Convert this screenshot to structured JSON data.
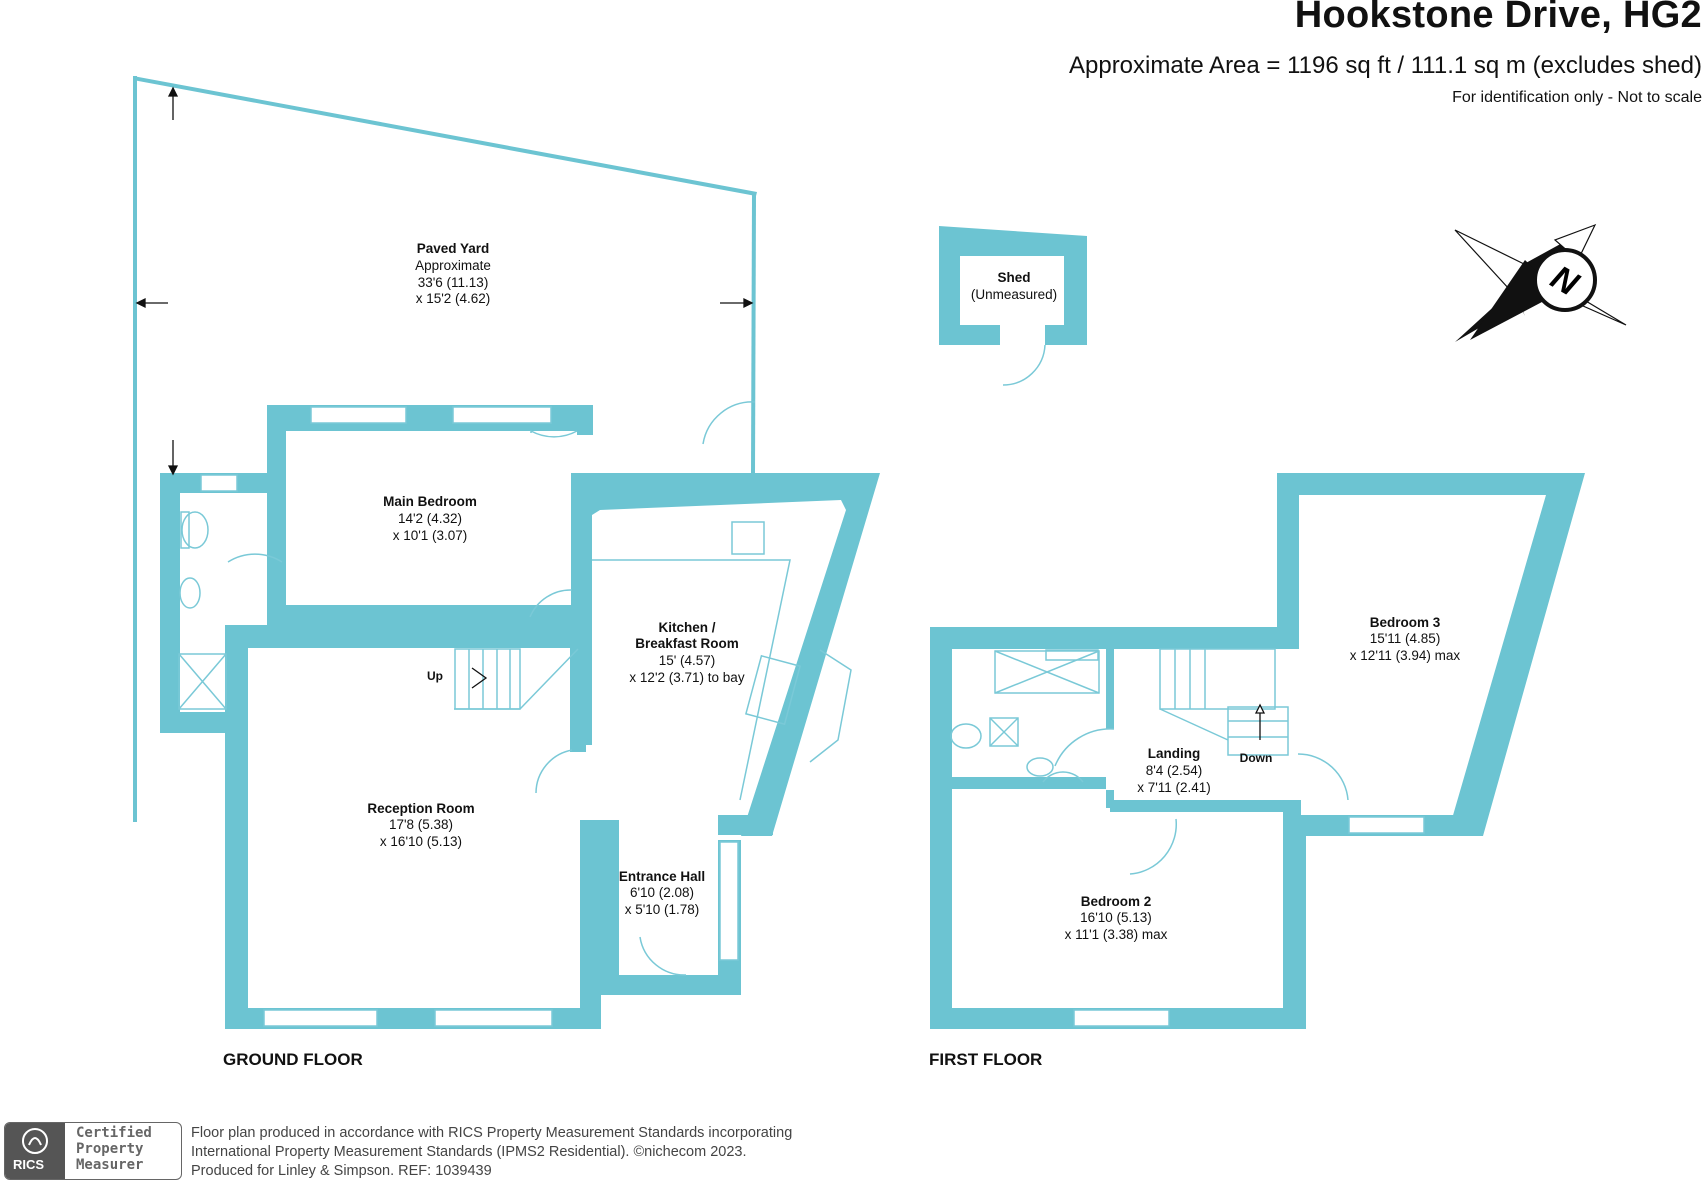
{
  "header": {
    "title": "Hookstone Drive, HG2",
    "area": "Approximate Area = 1196 sq ft / 111.1 sq m (excludes shed)",
    "identification": "For identification only - Not to scale"
  },
  "colors": {
    "wall": "#6cc4d2",
    "line": "#7ac9d7",
    "text": "#111111"
  },
  "ground_floor": {
    "label": "GROUND FLOOR",
    "rooms": [
      {
        "name": "Paved Yard",
        "lines": [
          "Approximate",
          "33'6 (11.13)",
          "x 15'2 (4.62)"
        ]
      },
      {
        "name": "Main Bedroom",
        "lines": [
          "14'2 (4.32)",
          "x 10'1 (3.07)"
        ]
      },
      {
        "name": "Kitchen /",
        "name2": "Breakfast Room",
        "lines": [
          "15' (4.57)",
          "x 12'2 (3.71) to bay"
        ]
      },
      {
        "name": "Reception Room",
        "lines": [
          "17'8 (5.38)",
          "x 16'10 (5.13)"
        ]
      },
      {
        "name": "Entrance Hall",
        "lines": [
          "6'10 (2.08)",
          "x 5'10 (1.78)"
        ]
      }
    ],
    "stairs_label": "Up"
  },
  "shed": {
    "name": "Shed",
    "note": "(Unmeasured)"
  },
  "first_floor": {
    "label": "FIRST FLOOR",
    "rooms": [
      {
        "name": "Bedroom 3",
        "lines": [
          "15'11 (4.85)",
          "x 12'11 (3.94) max"
        ]
      },
      {
        "name": "Landing",
        "lines": [
          "8'4 (2.54)",
          "x 7'11 (2.41)"
        ]
      },
      {
        "name": "Bedroom 2",
        "lines": [
          "16'10 (5.13)",
          "x 11'1 (3.38) max"
        ]
      }
    ],
    "stairs_label": "Down"
  },
  "compass": {
    "letter": "N",
    "icon": "compass-north-icon"
  },
  "footer": {
    "badge": {
      "brand": "RICS",
      "line1": "Certified",
      "line2": "Property",
      "line3": "Measurer"
    },
    "line1": "Floor plan produced in accordance with RICS Property Measurement Standards incorporating",
    "line2": "International Property Measurement Standards (IPMS2 Residential).   ©nichecom 2023.",
    "line3": "Produced for Linley & Simpson.   REF: 1039439"
  }
}
